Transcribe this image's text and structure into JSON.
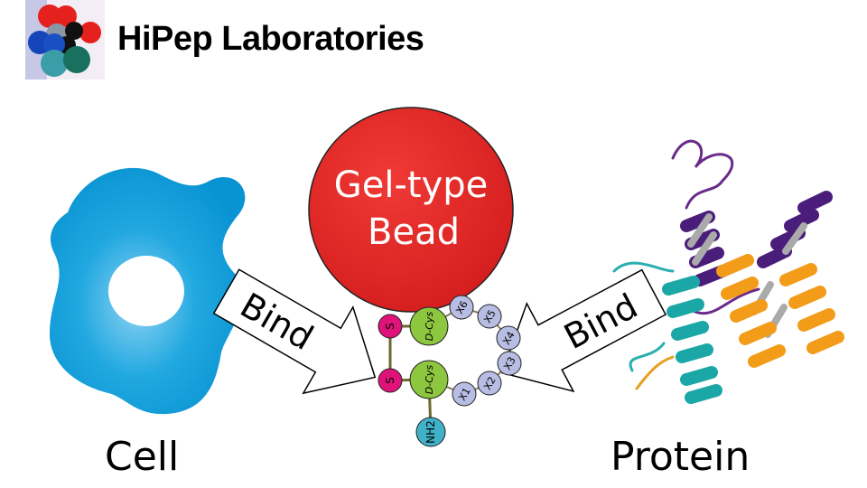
{
  "header": {
    "title": "HiPep Laboratories",
    "logo": "molecule-logo"
  },
  "bead": {
    "line1": "Gel-type",
    "line2": "Bead",
    "color": "#e32322"
  },
  "arrows": {
    "left": "Bind",
    "right": "Bind"
  },
  "peptide": {
    "sulfur": [
      "S",
      "S"
    ],
    "cys": [
      "D-Cys",
      "D-Cys"
    ],
    "amine": "NH2",
    "residues": [
      "X1",
      "X2",
      "X3",
      "X4",
      "X5",
      "X6"
    ]
  },
  "labels": {
    "cell": "Cell",
    "protein": "Protein"
  },
  "colors": {
    "cell": "#0aa0dc",
    "sulfur": "#e0137a",
    "cys": "#8dc63f",
    "residue": "#b8bde3",
    "amine": "#3fb2c8"
  }
}
